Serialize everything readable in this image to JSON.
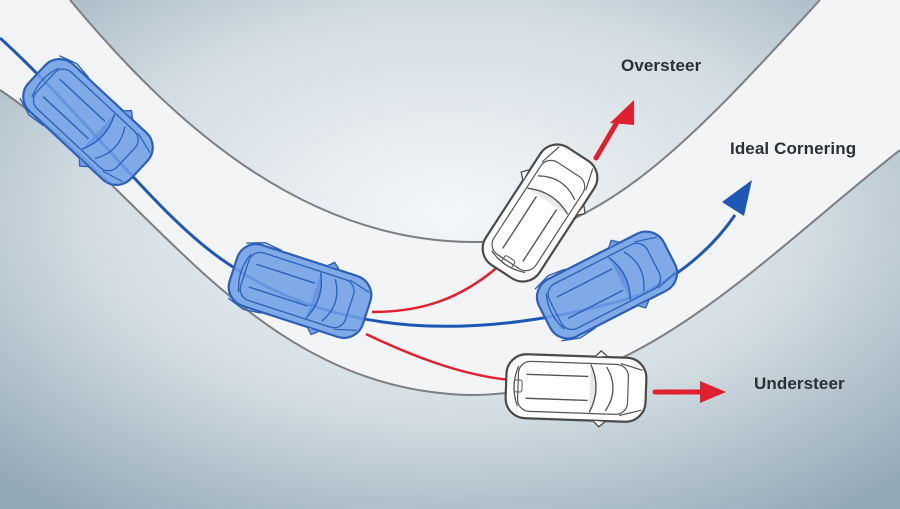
{
  "labels": {
    "oversteer": "Oversteer",
    "ideal": "Ideal Cornering",
    "understeer": "Understeer"
  },
  "colors": {
    "ideal_path": "#1f57b5",
    "deviation_path": "#e0202e",
    "ideal_car_fill": "#6f9ee6",
    "ideal_car_stroke": "#2b5fb8",
    "deviating_car_fill": "#ffffff",
    "deviating_car_stroke": "#4a4a4a",
    "road": "#f3f4f5",
    "road_edge": "#7c7f83",
    "background_light": "#f2f5f7",
    "background_dark": "#97abb9"
  },
  "icons": {
    "car": "car-top-view-icon",
    "arrow": "arrowhead-icon"
  }
}
